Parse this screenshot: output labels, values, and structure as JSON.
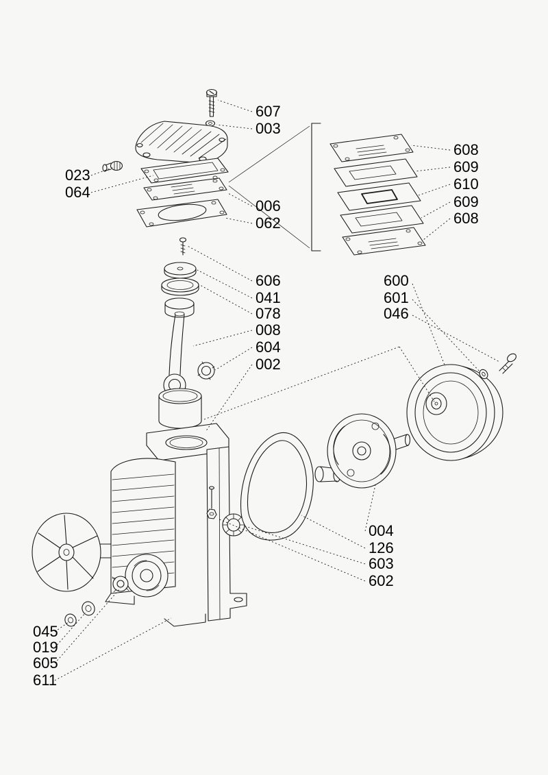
{
  "colors": {
    "background": "#f7f7f6",
    "line": "#1a1a1a",
    "text": "#000000"
  },
  "labels": {
    "l607": "607",
    "l003": "003",
    "l023": "023",
    "l064": "064",
    "l006": "006",
    "l062": "062",
    "l608a": "608",
    "l609a": "609",
    "l610": "610",
    "l609b": "609",
    "l608b": "608",
    "l606": "606",
    "l041": "041",
    "l078": "078",
    "l008": "008",
    "l604": "604",
    "l002": "002",
    "l600": "600",
    "l601": "601",
    "l046": "046",
    "l004": "004",
    "l126": "126",
    "l603": "603",
    "l602": "602",
    "l045": "045",
    "l019": "019",
    "l605": "605",
    "l611": "611"
  }
}
